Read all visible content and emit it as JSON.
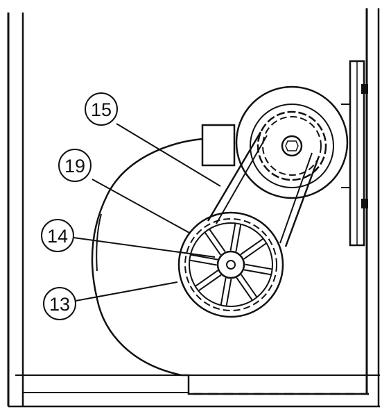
{
  "callouts": [
    {
      "id": "15",
      "label": "15"
    },
    {
      "id": "19",
      "label": "19"
    },
    {
      "id": "14",
      "label": "14"
    },
    {
      "id": "13",
      "label": "13"
    }
  ]
}
